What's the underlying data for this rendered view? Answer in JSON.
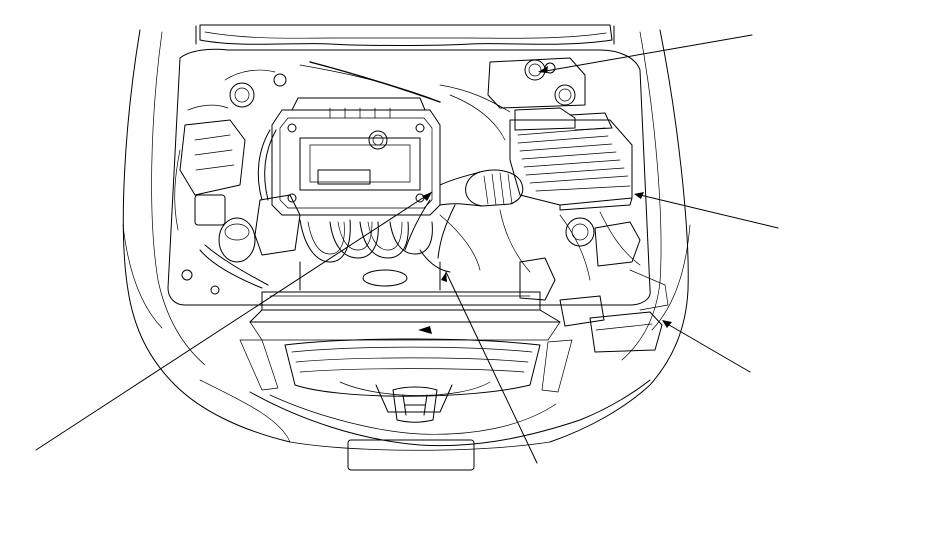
{
  "diagram": {
    "colors": {
      "line": "#000000",
      "background": "#ffffff"
    },
    "leader_lines": [
      {
        "name": "leader-line-top-right"
      },
      {
        "name": "leader-line-right"
      },
      {
        "name": "leader-line-lower-right"
      },
      {
        "name": "leader-line-lower-left"
      },
      {
        "name": "leader-line-bottom-center"
      }
    ]
  }
}
